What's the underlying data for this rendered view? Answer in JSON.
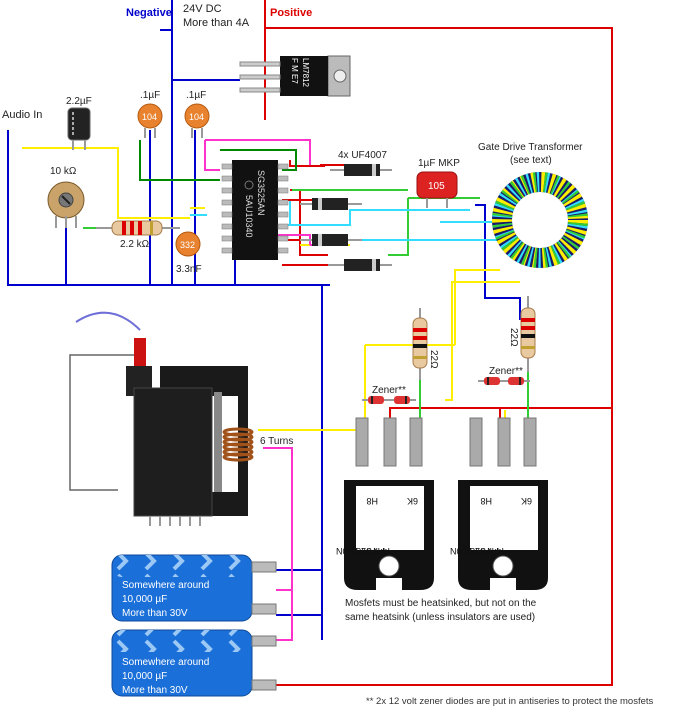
{
  "labels": {
    "negative": "Negative",
    "supply_line1": "24V DC",
    "supply_line2": "More than  4A",
    "positive": "Positive",
    "audio_in": "Audio In",
    "cap_22uF": "2.2µF",
    "cap_01_a": ".1µF",
    "cap_01_b": ".1µF",
    "cap_104_a": "104",
    "cap_104_b": "104",
    "pot_10k": "10 kΩ",
    "res_22k": "2.2 kΩ",
    "cap_332": "332",
    "cap_33nF": "3.3nF",
    "diodes": "4x  UF4007",
    "mkp": "1µF MKP",
    "mkp_code": "105",
    "gdt_line1": "Gate Drive Transformer",
    "gdt_line2": "(see text)",
    "gate_res_1": "22Ω",
    "gate_res_2": "22Ω",
    "zener_1": "Zener**",
    "zener_2": "Zener**",
    "turns": "6 Turns",
    "mosfet_note_1": "Mosfets must be heatsinked, but not on the",
    "mosfet_note_2": "same heatsink (unless insulators are used)",
    "capbank_1_line1": "Somewhere around",
    "capbank_1_line2": "10,000 µF",
    "capbank_1_line3": "More than 30V",
    "capbank_2_line1": "Somewhere around",
    "capbank_2_line2": "10,000 µF",
    "capbank_2_line3": "More than 30V",
    "footnote": "** 2x 12 volt zener diodes are put in antiseries to protect the mosfets"
  },
  "regulator": {
    "brand": "F M E7",
    "part": "LM7812"
  },
  "ic": {
    "line1": "SG3525AN",
    "line2": "5AU10340"
  },
  "mosfets": [
    {
      "part": "IRFP250N",
      "line2": "I✱R  9282",
      "code_left": "H8",
      "code_right": "6K"
    },
    {
      "part": "IRFP250N",
      "line2": "I✱R  9282",
      "code_left": "H8",
      "code_right": "6K"
    }
  ],
  "colors": {
    "negative": "#0000cc",
    "positive": "#dd0000",
    "yellow": "#ffee00",
    "green": "#008800",
    "lime": "#33cc33",
    "cyan": "#33ddff",
    "magenta": "#ff33cc",
    "capbank": "#1a6fd8",
    "ceramic": "#e8822e",
    "mkp": "#dd2222"
  }
}
